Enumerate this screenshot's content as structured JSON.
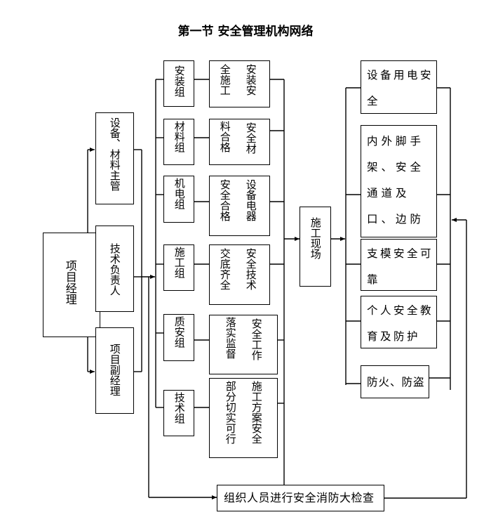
{
  "title": "第一节  安全管理机构网络",
  "root": {
    "label": "项目经理"
  },
  "managers": [
    {
      "label": "设备、材料主管"
    },
    {
      "label": "技术负责人"
    },
    {
      "label": "项目副经理"
    }
  ],
  "groups": [
    {
      "label": "安装组",
      "duty_col1": "全施工",
      "duty_col2": "安装安"
    },
    {
      "label": "材料组",
      "duty_col1": "料合格",
      "duty_col2": "安全材"
    },
    {
      "label": "机电组",
      "duty_col1": "安全合格",
      "duty_col2": "设备电器"
    },
    {
      "label": "施工组",
      "duty_col1": "交底齐全",
      "duty_col2": "安全技术"
    },
    {
      "label": "质安组",
      "duty_col1": "落实监督",
      "duty_col2": "安全工作"
    },
    {
      "label": "技术组",
      "duty_col1": "部分切实可行",
      "duty_col2": "施工方案安全"
    }
  ],
  "site": {
    "label": "施工现场"
  },
  "site_items": [
    {
      "label": "设备用电安全"
    },
    {
      "label": "内外脚手架、安全通道及口、边防护"
    },
    {
      "label": "支模安全可靠"
    },
    {
      "label": "个人安全教育及防护"
    },
    {
      "label": "防火、防盗"
    }
  ],
  "inspection": {
    "label": "组织人员进行安全消防大检查"
  }
}
